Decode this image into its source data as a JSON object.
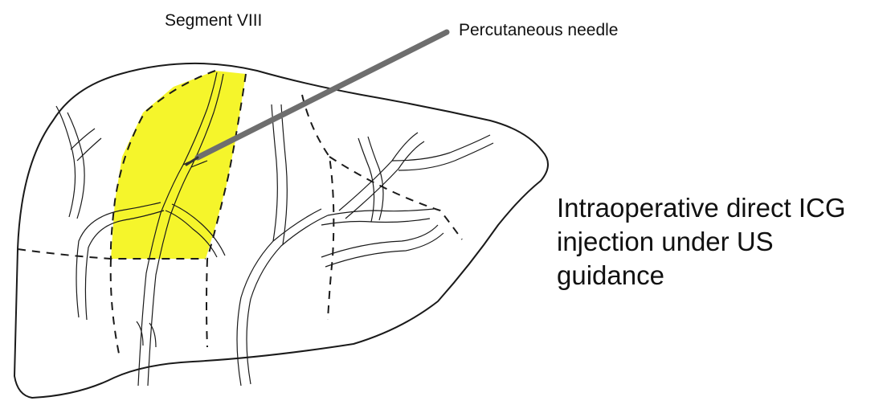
{
  "labels": {
    "segment": "Segment VIII",
    "needle": "Percutaneous needle",
    "caption_lines": [
      "Intraoperative direct ICG",
      "injection under US",
      "guidance"
    ]
  },
  "colors": {
    "highlight": "#f5f52b",
    "outline": "#1a1a1a",
    "needle": "#6e6e6e"
  }
}
